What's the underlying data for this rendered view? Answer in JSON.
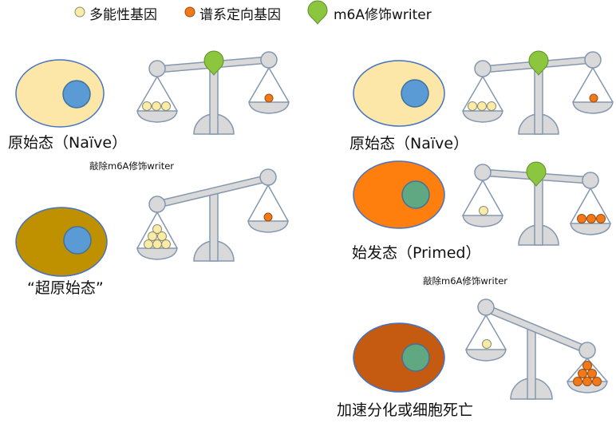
{
  "legend": {
    "pluripotency": "多能性基因",
    "lineage": "谱系定向基因",
    "writer": "m6A修饰writer"
  },
  "left": {
    "naive_label": "原始态（Naïve）",
    "knockout_label": "敲除m6A修饰writer",
    "super_label": "“超原始态”"
  },
  "right": {
    "naive_label": "原始态（Naïve）",
    "primed_label": "始发态（Primed）",
    "knockout_label": "敲除m6A修饰writer",
    "outcome_label": "加速分化或细胞死亡"
  },
  "colors": {
    "pluripotency_gene": "#FBEBA8",
    "lineage_gene": "#F07A1A",
    "writer": "#8CC63F",
    "naive_cell": "#FDE7A8",
    "super_naive_cell": "#BF9000",
    "primed_cell": "#FF7F0E",
    "dying_cell": "#C55A11",
    "nucleus_blue": "#5B9BD5",
    "nucleus_green": "#5FA882",
    "scale_gray": "#D9D9D9"
  }
}
